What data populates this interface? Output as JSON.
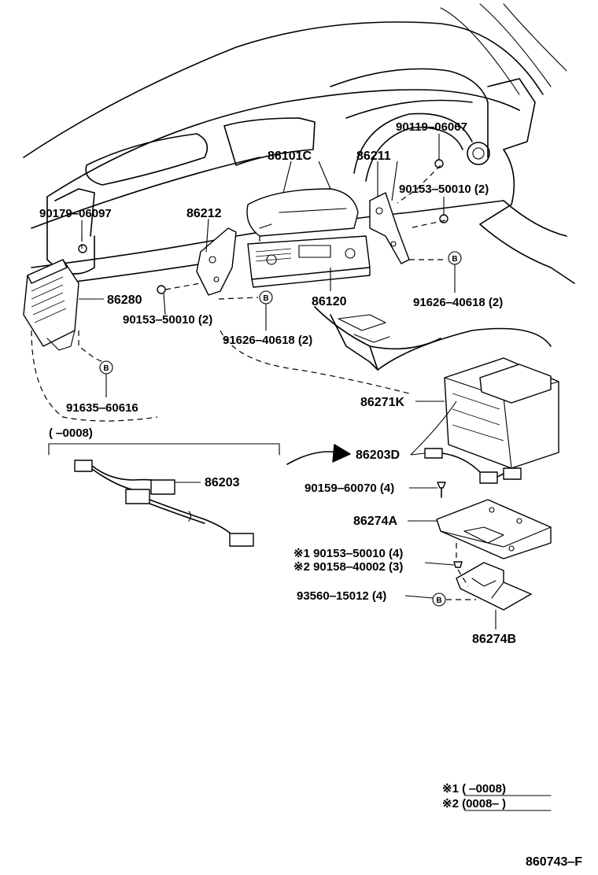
{
  "labels": {
    "p90179": "90179‒06097",
    "p86212": "86212",
    "p86101c": "86101C",
    "p86211": "86211",
    "p90119": "90119‒06067",
    "p90153_right": "90153‒50010 (2)",
    "p86280": "86280",
    "p90153_left": "90153‒50010 (2)",
    "p86120": "86120",
    "p91626_right": "91626‒40618 (2)",
    "p91626_left": "91626‒40618 (2)",
    "p91635": "91635‒60616",
    "p86271k": "86271K",
    "p86203d": "86203D",
    "p86203": "86203",
    "p90159": "90159‒60070 (4)",
    "p86274a": "86274A",
    "p90153_s1": "※1  90153‒50010 (4)",
    "p90158_s2": "※2  90158‒40002 (3)",
    "p93560": "93560‒15012 (4)",
    "p86274b": "86274B",
    "bracket_range": "(        ‒0008)",
    "ref_b": "B"
  },
  "legend": {
    "line1": "※1  (        ‒0008)",
    "line2": "※2  (0008‒        )"
  },
  "figure_id": "860743‒F"
}
